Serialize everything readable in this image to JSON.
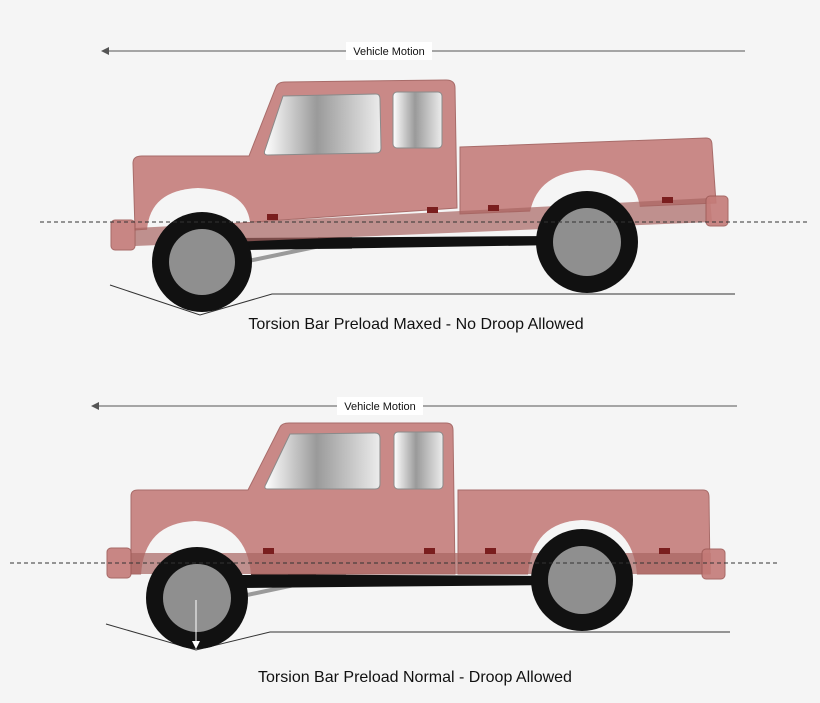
{
  "diagrams": [
    {
      "motion_label": "Vehicle Motion",
      "caption": "Torsion Bar Preload Maxed - No Droop Allowed"
    },
    {
      "motion_label": "Vehicle Motion",
      "caption": "Torsion Bar Preload Normal - Droop Allowed"
    }
  ],
  "colors": {
    "background": "#f5f5f5",
    "body": "#c47b78",
    "body_stroke": "#9e5a57",
    "tire": "#111111",
    "rim": "#8f8f8f",
    "frame": "#111111",
    "torsion_bar": "#9a9a9a",
    "mount": "#7a1e1e"
  }
}
